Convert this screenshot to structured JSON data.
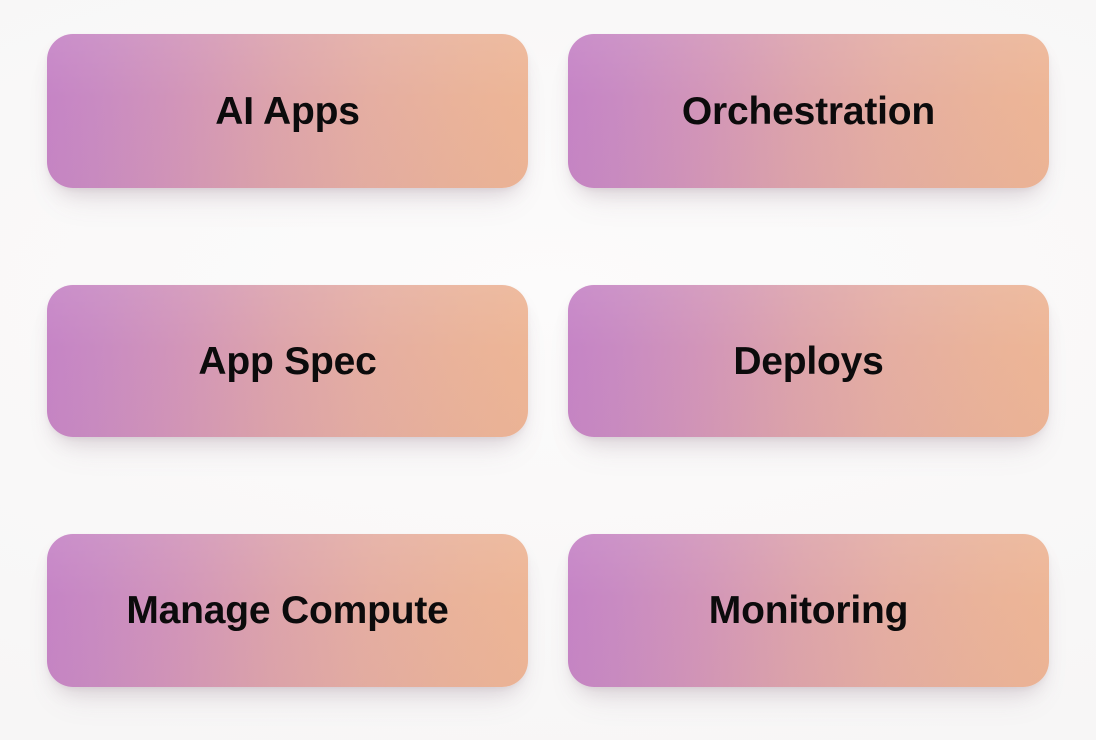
{
  "page": {
    "title": "AI Platform Capability Tiles",
    "background_color": "#fbfafa",
    "layout": "2-column-by-3-row-tile-grid"
  },
  "theme": {
    "gradient_start_color": "#c583c6",
    "gradient_end_color": "#eeb695",
    "gradient_direction": "left-to-right",
    "label_color": "#0c0b0c",
    "card_corner_radius": "26px"
  },
  "tiles": [
    {
      "id": "ai-apps",
      "label": "AI Apps",
      "row": 1,
      "column": 1
    },
    {
      "id": "orchestration",
      "label": "Orchestration",
      "row": 1,
      "column": 2
    },
    {
      "id": "app-spec",
      "label": "App Spec",
      "row": 2,
      "column": 1
    },
    {
      "id": "deploys",
      "label": "Deploys",
      "row": 2,
      "column": 2
    },
    {
      "id": "manage-compute",
      "label": "Manage Compute",
      "row": 3,
      "column": 1
    },
    {
      "id": "monitoring",
      "label": "Monitoring",
      "row": 3,
      "column": 2
    }
  ]
}
